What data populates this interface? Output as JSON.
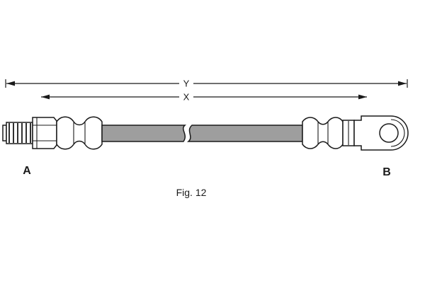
{
  "figure": {
    "caption": "Fig. 12",
    "dimension_labels": {
      "outer": "Y",
      "inner": "X"
    },
    "end_labels": {
      "left": "A",
      "right": "B"
    }
  },
  "colors": {
    "background": "#ffffff",
    "line": "#1a1a1a",
    "hose_fill": "#9e9e9e"
  }
}
